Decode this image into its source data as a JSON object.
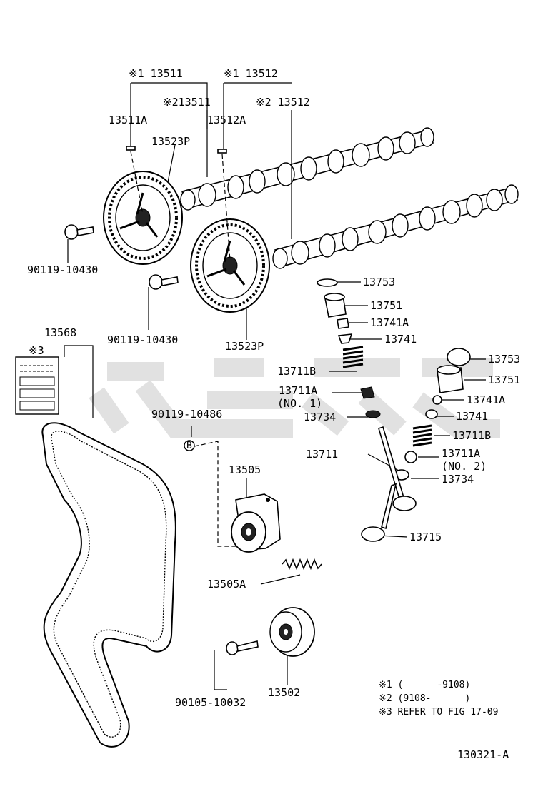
{
  "labels": {
    "c1_13511": "※1 13511",
    "c1_13512": "※1 13512",
    "c2_13511": "※213511",
    "c2_13512": "※2 13512",
    "p13511A": "13511A",
    "p13512A": "13512A",
    "p13523P_top": "13523P",
    "p13523P_bot": "13523P",
    "bolt1": "90119-10430",
    "bolt2": "90119-10430",
    "belt": "13568",
    "ref3": "※3",
    "bolt3": "90119-10486",
    "p13505": "13505",
    "p13505A": "13505A",
    "bolt4": "90105-10032",
    "p13502": "13502",
    "v1_13753": "13753",
    "v1_13751": "13751",
    "v1_13741A": "13741A",
    "v1_13741": "13741",
    "v1_13711B": "13711B",
    "v1_13711A": "13711A",
    "v1_no1": "(NO. 1)",
    "v1_13734": "13734",
    "v2_13753": "13753",
    "v2_13751": "13751",
    "v2_13741A": "13741A",
    "v2_13741": "13741",
    "v2_13711B": "13711B",
    "v2_13711": "13711",
    "v2_13711A": "13711A",
    "v2_no2": "(NO. 2)",
    "v2_13734": "13734",
    "v2_13715": "13715",
    "circle_b": "B"
  },
  "notes": [
    "※1 (      -9108)",
    "※2 (9108-      )",
    "※3 REFER TO FIG 17-09"
  ],
  "figure_id": "130321-A"
}
